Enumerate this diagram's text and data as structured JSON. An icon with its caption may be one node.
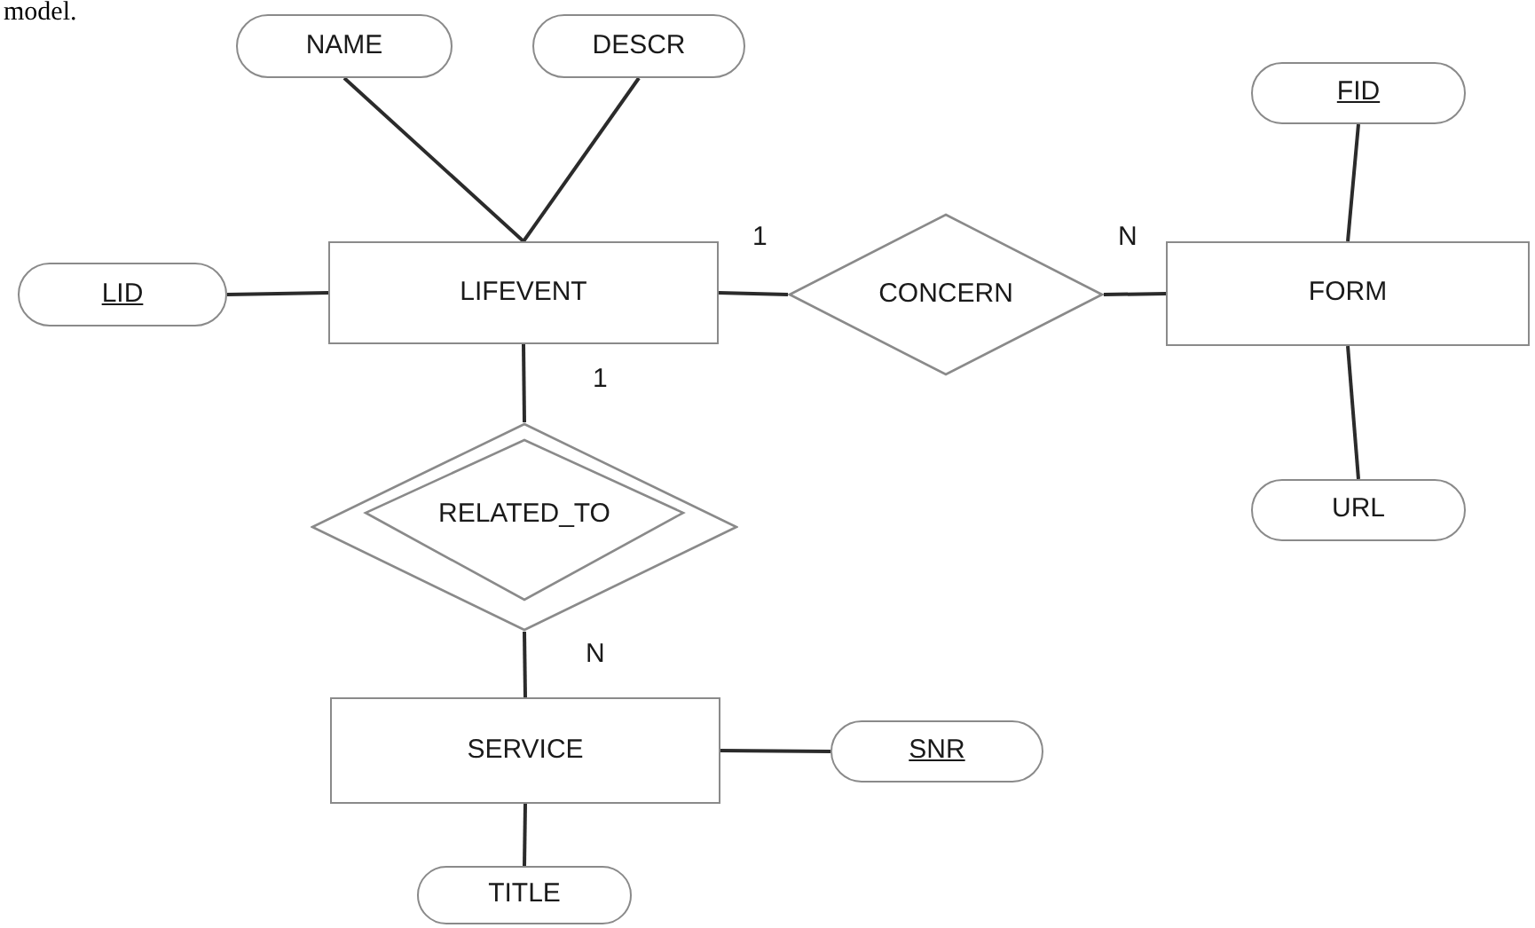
{
  "diagram": {
    "nodes": [
      {
        "text": [
          "NAME"
        ]
      },
      {
        "text": [
          "DESCR"
        ]
      },
      {
        "text": [
          "LID"
        ]
      },
      {
        "text": [
          "LIFEVENT"
        ]
      },
      {
        "text": [
          "CONCERN"
        ]
      },
      {
        "text": [
          "FID"
        ]
      },
      {
        "text": [
          "FORM"
        ]
      },
      {
        "text": [
          "URL"
        ]
      },
      {
        "text": [
          "RELATED_TO"
        ]
      },
      {
        "text": [
          "SERVICE"
        ]
      },
      {
        "text": [
          "SNR"
        ]
      },
      {
        "text": [
          "TITLE"
        ]
      }
    ],
    "edges": [
      {
        "from": 0,
        "to": 3,
        "arrow": "none"
      },
      {
        "from": 1,
        "to": 3,
        "arrow": "none"
      },
      {
        "from": 2,
        "to": 3,
        "arrow": "none"
      },
      {
        "from": 3,
        "to": 4,
        "arrow": "none",
        "label": "1"
      },
      {
        "from": 4,
        "to": 6,
        "arrow": "none",
        "label": "N"
      },
      {
        "from": 5,
        "to": 6,
        "arrow": "none"
      },
      {
        "from": 6,
        "to": 7,
        "arrow": "none"
      },
      {
        "from": 3,
        "to": 8,
        "arrow": "none",
        "label": "1"
      },
      {
        "from": 8,
        "to": 9,
        "arrow": "none",
        "label": "N"
      },
      {
        "from": 9,
        "to": 10,
        "arrow": "none"
      },
      {
        "from": 9,
        "to": 11,
        "arrow": "none"
      }
    ],
    "labels": [
      "model."
    ]
  }
}
